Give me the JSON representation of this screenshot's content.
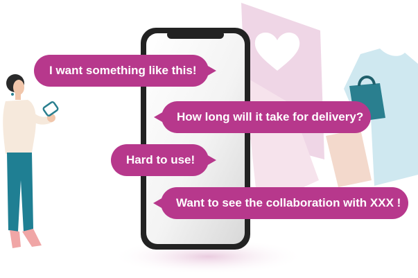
{
  "messages": [
    {
      "text": "I want something like this!",
      "tail": "right"
    },
    {
      "text": "How long will it take for delivery?",
      "tail": "left"
    },
    {
      "text": "Hard to use!",
      "tail": "right"
    },
    {
      "text": "Want to see the collaboration with XXX !",
      "tail": "left"
    }
  ],
  "colors": {
    "bubble": "#b7388c",
    "bubble_text": "#ffffff",
    "phone_frame": "#222222",
    "pink_card": "#efd6e6",
    "shirt": "#cfe8f0",
    "bag": "#2a7f8f"
  },
  "icons": [
    "heart-icon",
    "shopping-bag-icon",
    "shirt-icon"
  ]
}
